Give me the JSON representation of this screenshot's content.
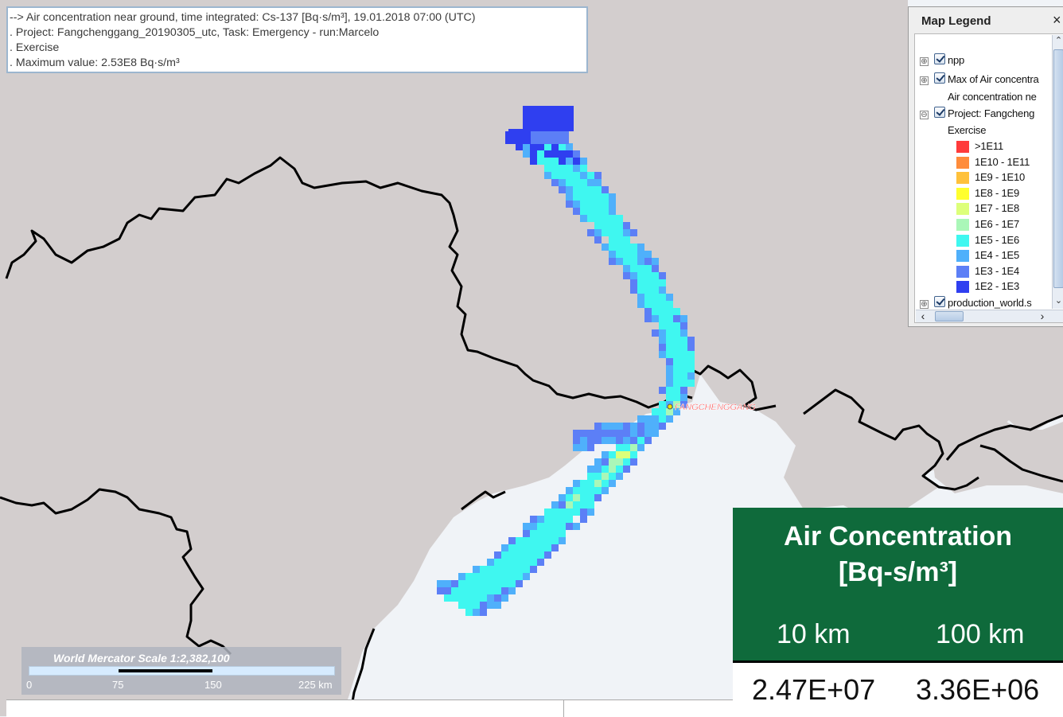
{
  "info_lines": [
    "--> Air concentration near ground, time integrated: Cs-137 [Bq·s/m³], 19.01.2018 07:00 (UTC)",
    ".   Project: Fangchenggang_20190305_utc, Task: Emergency - run:Marcelo",
    ".     Exercise",
    ".   Maximum value: 2.53E8 Bq·s/m³"
  ],
  "site_label": "FANGCHENGGANG",
  "legend": {
    "title": "Map Legend",
    "close": "×",
    "layers": [
      {
        "label": "npp",
        "expander": "⊕"
      },
      {
        "label": "Max of Air concentra",
        "expander": "⊕"
      },
      {
        "label": "Air concentration ne",
        "expander": ""
      },
      {
        "label": "Project: Fangcheng",
        "expander": "⊖"
      },
      {
        "label": "Exercise",
        "expander": ""
      }
    ],
    "classes": [
      {
        "label": ">1E11",
        "color": "#ff3b3b"
      },
      {
        "label": "1E10 - 1E11",
        "color": "#ff8c3b"
      },
      {
        "label": "1E9 - 1E10",
        "color": "#ffc13b"
      },
      {
        "label": "1E8 - 1E9",
        "color": "#ffff2e"
      },
      {
        "label": "1E7 - 1E8",
        "color": "#ddff7a"
      },
      {
        "label": "1E6 - 1E7",
        "color": "#aaf7b8"
      },
      {
        "label": "1E5 - 1E6",
        "color": "#3ff7f0"
      },
      {
        "label": "1E4 - 1E5",
        "color": "#4fb0fb"
      },
      {
        "label": "1E3 - 1E4",
        "color": "#5c7ff6"
      },
      {
        "label": "1E2 - 1E3",
        "color": "#2f3ff0"
      }
    ],
    "last_layer": {
      "label": "production_world.s",
      "expander": "⊕"
    }
  },
  "scale": {
    "title": "World Mercator   Scale 1:2,382,100",
    "ticks": [
      "0",
      "75",
      "150",
      "225 km"
    ]
  },
  "concentration_card": {
    "title": "Air Concentration",
    "unit": "[Bq-s/m³]",
    "columns": [
      "10 km",
      "100 km"
    ],
    "values": [
      "2.47E+07",
      "3.36E+06"
    ]
  }
}
